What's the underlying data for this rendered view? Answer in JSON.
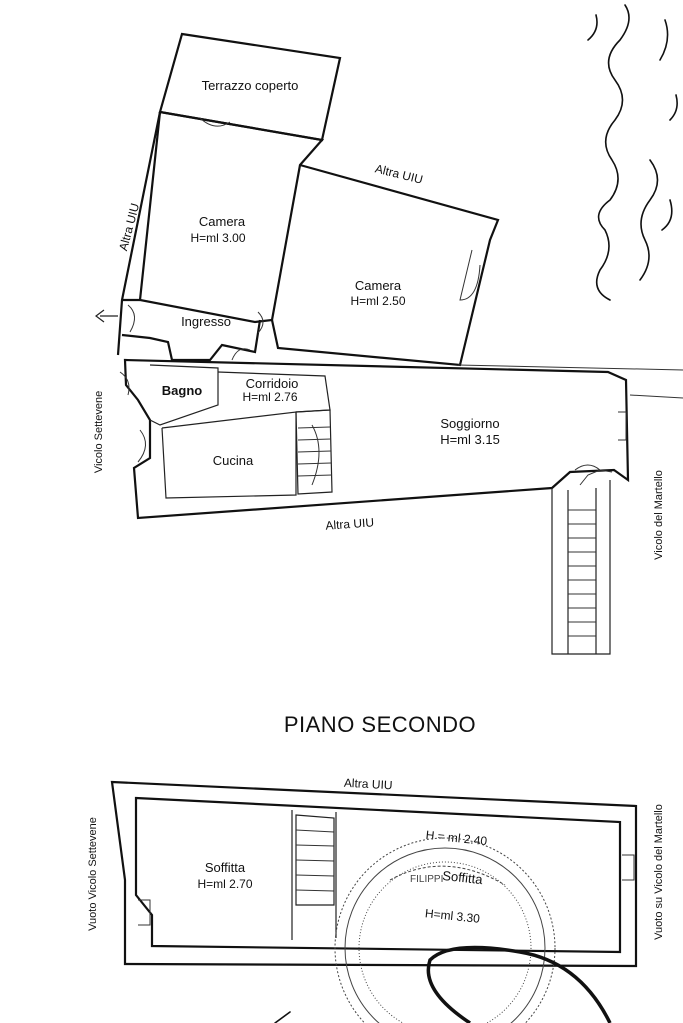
{
  "first_floor": {
    "rooms": [
      {
        "name": "Terrazzo coperto",
        "height": ""
      },
      {
        "name": "Camera",
        "height": "H=ml 3.00"
      },
      {
        "name": "Camera",
        "height": "H=ml 2.50"
      },
      {
        "name": "Ingresso",
        "height": ""
      },
      {
        "name": "Bagno",
        "height": ""
      },
      {
        "name": "Corridoio",
        "height": "H=ml 2.76"
      },
      {
        "name": "Soggiorno",
        "height": "H=ml 3.15"
      },
      {
        "name": "Cucina",
        "height": ""
      }
    ],
    "neighbors": [
      "Altra UIU",
      "Altra UIU",
      "Altra UIU"
    ],
    "streets": [
      "Vicolo Settevene",
      "Vicolo del Martello"
    ]
  },
  "second_floor": {
    "title": "PIANO SECONDO",
    "neighbor": "Altra UIU",
    "rooms": [
      {
        "name": "Soffitta",
        "height": "H=ml 2.70"
      },
      {
        "name": "Soffitta",
        "height": "H = ml 2.40"
      },
      {
        "name": "",
        "height": "H=ml 3.30"
      }
    ],
    "streets": [
      "Vuoto Vicolo Settevene",
      "Vuoto su Vicolo del Martello"
    ]
  },
  "stamp_text": "FILIPPI"
}
